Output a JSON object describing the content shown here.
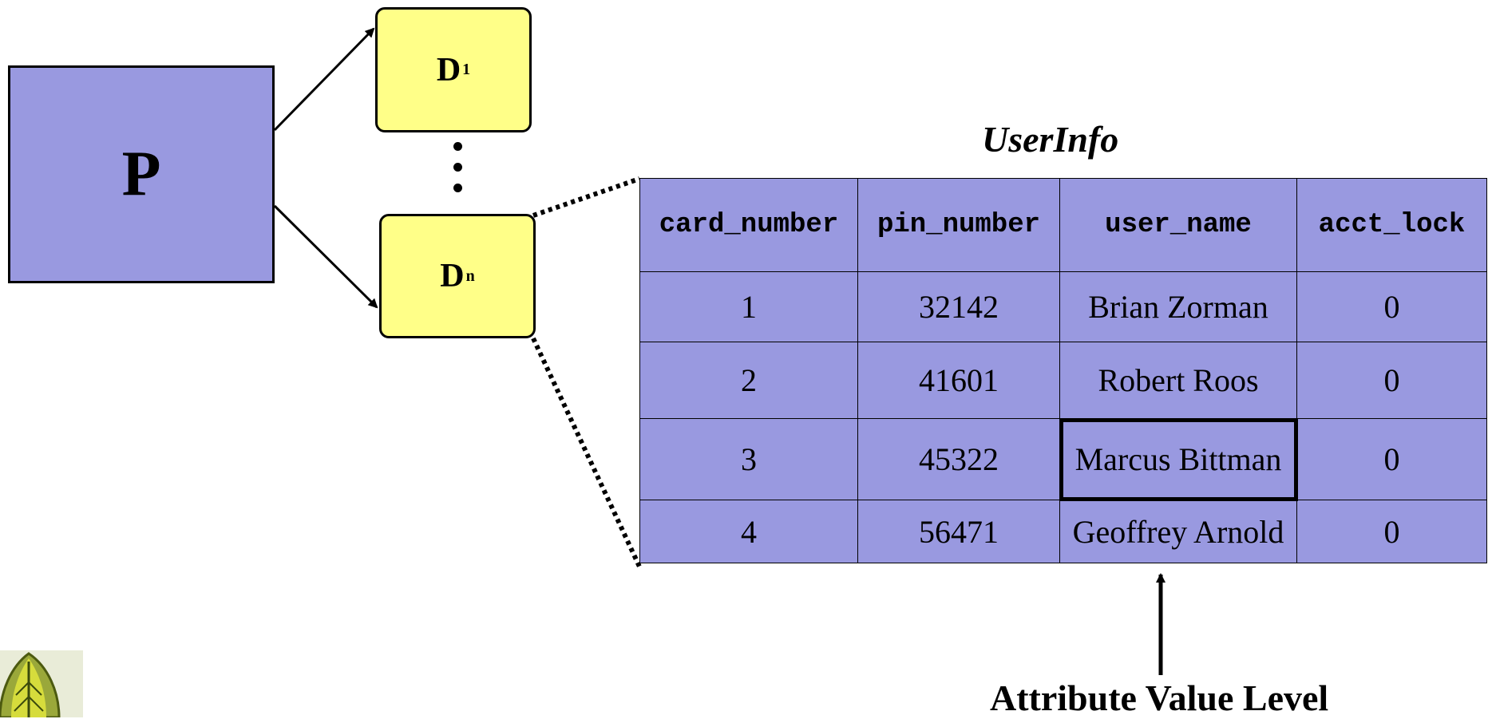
{
  "diagram": {
    "process_label": "P",
    "db_first": {
      "letter": "D",
      "subscript": "1"
    },
    "db_last": {
      "letter": "D",
      "subscript": "n"
    }
  },
  "table": {
    "title": "UserInfo",
    "headers": [
      "card_number",
      "pin_number",
      "user_name",
      "acct_lock"
    ],
    "rows": [
      [
        "1",
        "32142",
        "Brian Zorman",
        "0"
      ],
      [
        "2",
        "41601",
        "Robert Roos",
        "0"
      ],
      [
        "3",
        "45322",
        "Marcus Bittman",
        "0"
      ],
      [
        "4",
        "56471",
        "Geoffrey Arnold",
        "0"
      ]
    ],
    "highlighted_cell": "Marcus Bittman"
  },
  "caption": "Attribute Value Level",
  "colors": {
    "table_fill": "#9999e0",
    "db_fill": "#ffff88",
    "process_fill": "#9999e0"
  },
  "icons": {
    "corner_logo": "leaf-icon"
  }
}
